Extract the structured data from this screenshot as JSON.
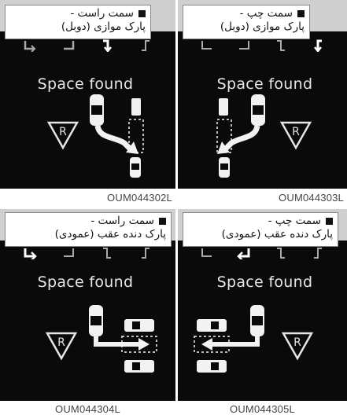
{
  "panels": [
    {
      "id": "top-left",
      "label_line1": "سمت راست -",
      "label_line2": "پارک موازی (دوبل)",
      "screen_text": "Space found",
      "figure_code": "OUM044302L",
      "mode": "parallel-right"
    },
    {
      "id": "top-right",
      "label_line1": "سمت چپ -",
      "label_line2": "پارک موازی (دوبل)",
      "screen_text": "Space found",
      "figure_code": "OUM044303L",
      "mode": "parallel-left"
    },
    {
      "id": "bottom-left",
      "label_line1": "سمت راست -",
      "label_line2": "پارک دنده عقب (عمودی)",
      "screen_text": "Space found",
      "figure_code": "OUM044304L",
      "mode": "reverse-right"
    },
    {
      "id": "bottom-right",
      "label_line1": "سمت چپ -",
      "label_line2": "پارک دنده عقب (عمودی)",
      "screen_text": "Space found",
      "figure_code": "OUM044305L",
      "mode": "reverse-left"
    }
  ],
  "reverse_symbol": "R",
  "colors": {
    "screen": "#0a0a0a",
    "text": "#e6e6e6",
    "arrow": "#f2f2f2"
  }
}
